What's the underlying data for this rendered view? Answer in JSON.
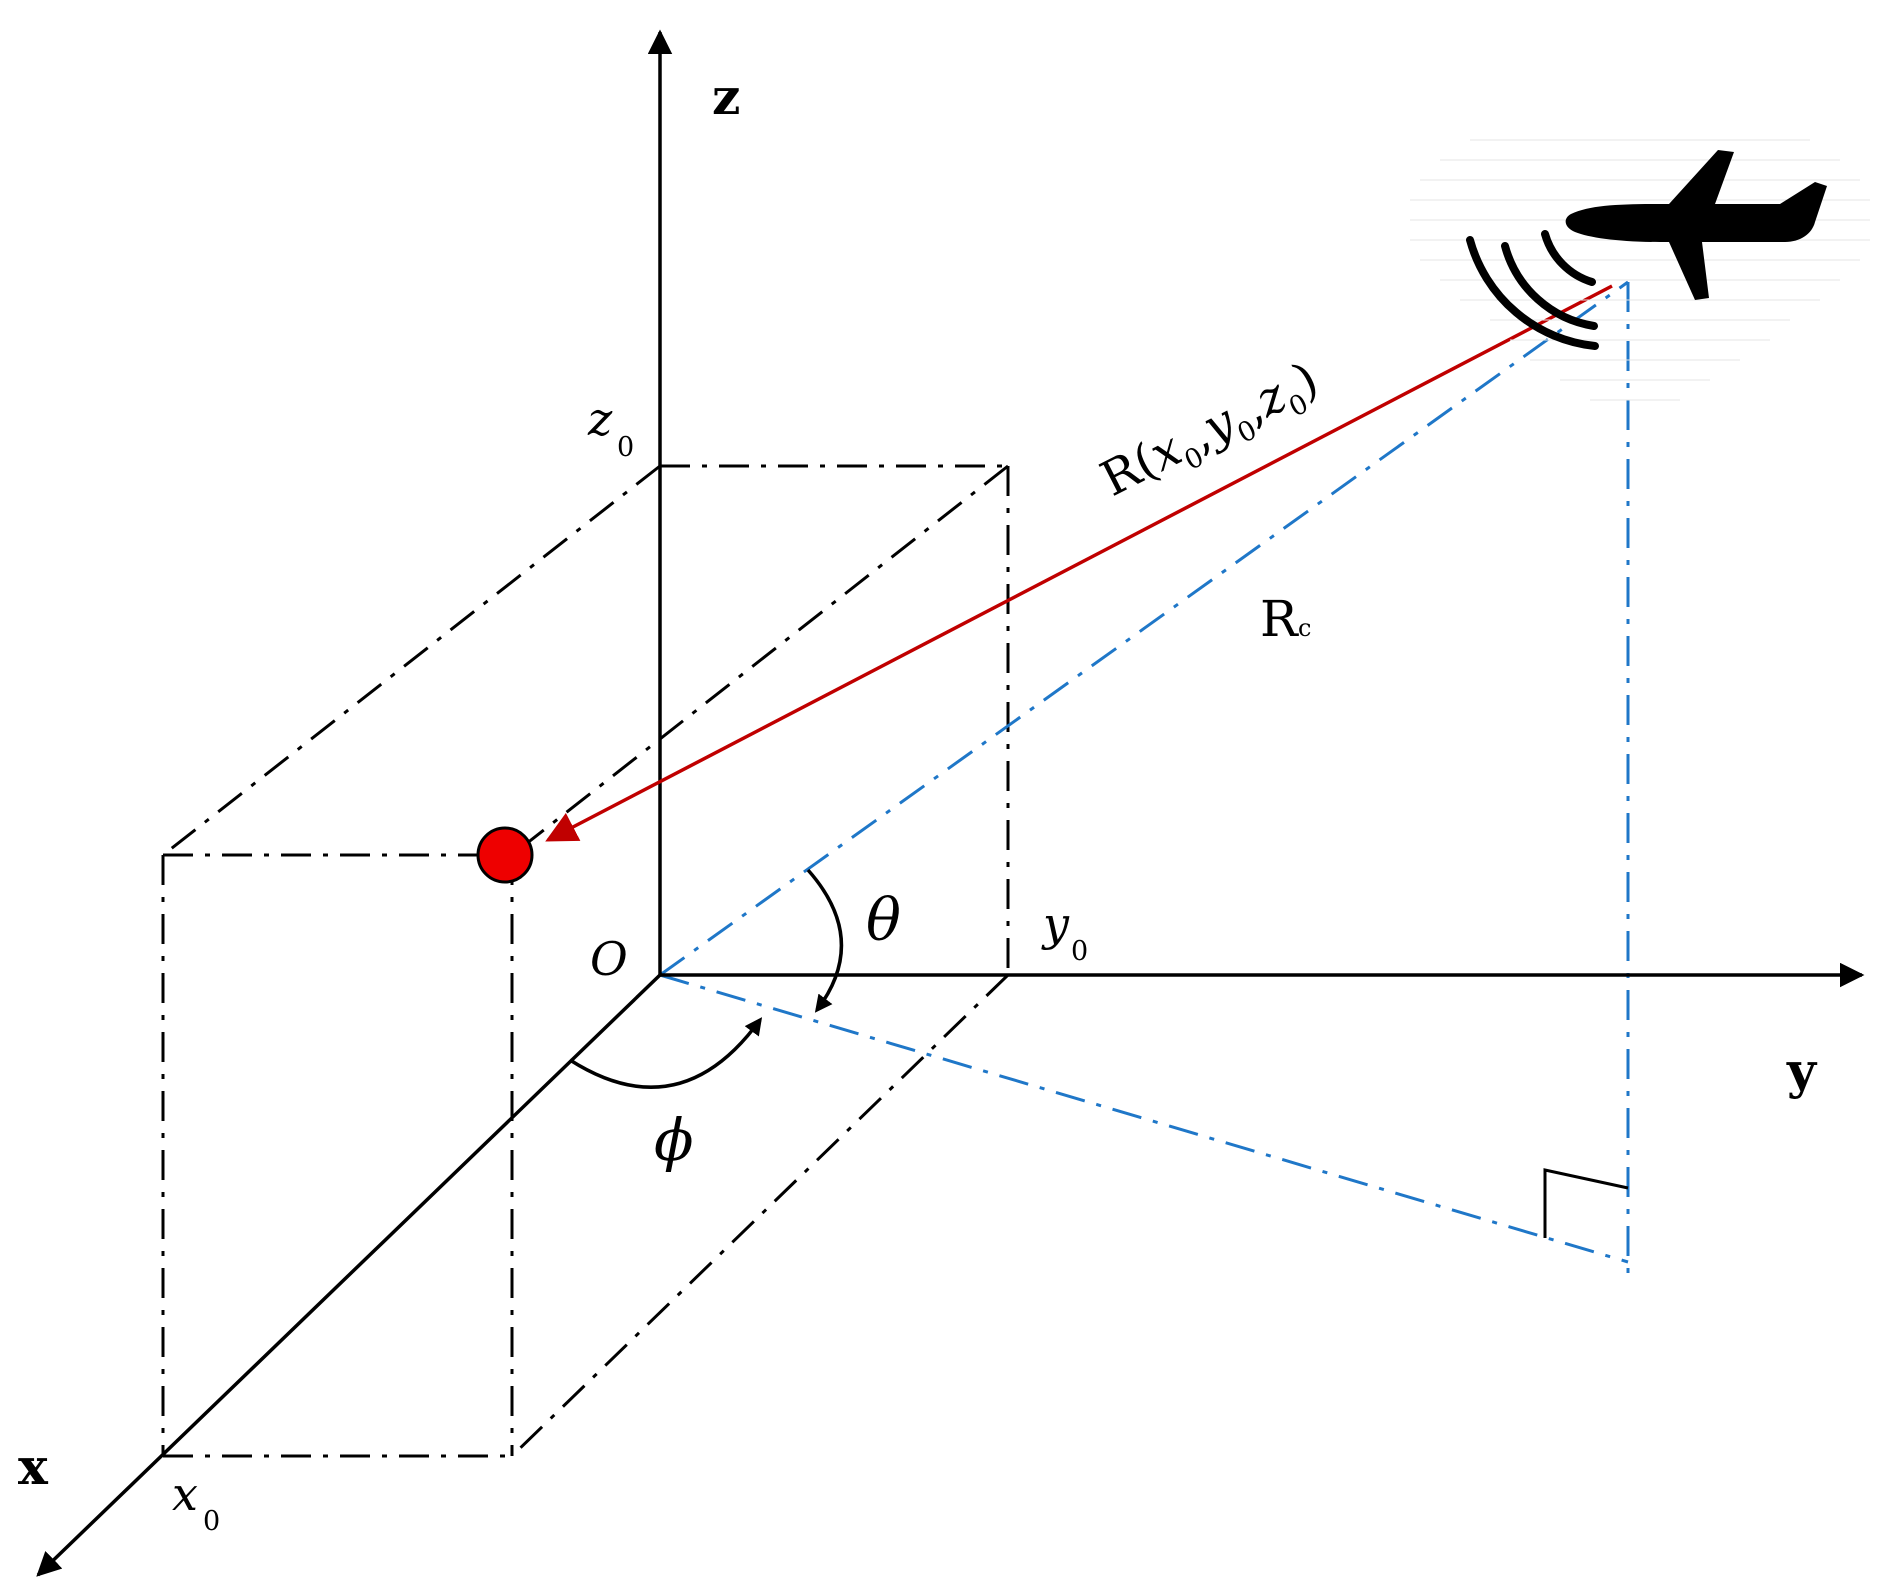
{
  "axes": {
    "x": "x",
    "y": "y",
    "z": "z"
  },
  "origin_label": "O",
  "coord_labels": {
    "x0": {
      "base": "x",
      "sub": "0"
    },
    "y0": {
      "base": "y",
      "sub": "0"
    },
    "z0": {
      "base": "z",
      "sub": "0"
    }
  },
  "range_label": {
    "prefix": "R(",
    "parts": [
      {
        "base": "x",
        "sub": "0",
        "sep": ","
      },
      {
        "base": "y",
        "sub": "0",
        "sep": ","
      },
      {
        "base": "z",
        "sub": "0",
        "sep": ")"
      }
    ]
  },
  "rc_label": {
    "base": "R",
    "sub": "c"
  },
  "angles": {
    "elevation": "θ",
    "azimuth": "ϕ"
  },
  "colors": {
    "axis": "#000000",
    "range_line": "#c00000",
    "projection": "#1f77c8",
    "target": "#ee0000",
    "airplane": "#000000"
  },
  "icons": [
    "airplane-icon",
    "radar-signal-icon",
    "right-angle-marker"
  ]
}
